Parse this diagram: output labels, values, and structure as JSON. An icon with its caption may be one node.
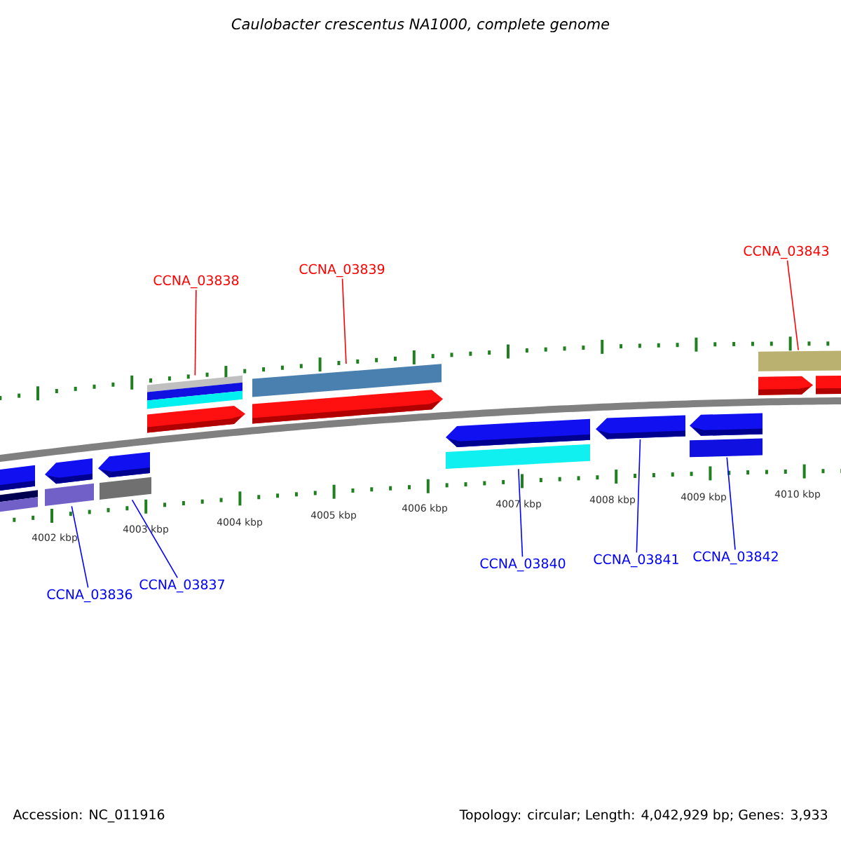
{
  "diagram": {
    "title": "Caulobacter crescentus NA1000, complete genome",
    "nodes": [
      {
        "text": [
          "CCNA_03838"
        ]
      },
      {
        "text": [
          "CCNA_03839"
        ]
      },
      {
        "text": [
          "CCNA_03843"
        ]
      },
      {
        "text": [],
        "shape": "arrow"
      },
      {
        "text": [],
        "shape": "arrow"
      },
      {
        "text": [],
        "shape": "arrow"
      },
      {
        "text": [],
        "shape": "arrow"
      },
      {
        "text": [],
        "shape": "arrow"
      },
      {
        "text": [],
        "shape": "arrow"
      },
      {
        "text": [],
        "shape": "arrow"
      },
      {
        "text": [],
        "shape": "arrow"
      },
      {
        "text": [],
        "shape": "arrow"
      },
      {
        "text": [],
        "shape": "arrow"
      },
      {
        "text": [
          "CCNA_03836"
        ]
      },
      {
        "text": [
          "CCNA_03837"
        ]
      },
      {
        "text": [
          "CCNA_03840"
        ]
      },
      {
        "text": [
          "CCNA_03841"
        ]
      },
      {
        "text": [
          "CCNA_03842"
        ]
      },
      {
        "text": [],
        "shape": "bar"
      },
      {
        "text": [],
        "shape": "bar"
      },
      {
        "text": [],
        "shape": "bar"
      },
      {
        "text": [],
        "shape": "bar"
      },
      {
        "text": [],
        "shape": "bar"
      },
      {
        "text": [],
        "shape": "bar"
      },
      {
        "text": [],
        "shape": "bar"
      },
      {
        "text": [],
        "shape": "bar"
      }
    ],
    "edges": [
      {
        "from": 0,
        "to": 18,
        "arrow": "none",
        "color": "#ff0000"
      },
      {
        "from": 1,
        "to": 19,
        "arrow": "none",
        "color": "#ff0000"
      },
      {
        "from": 2,
        "to": 20,
        "arrow": "none",
        "color": "#ff0000"
      },
      {
        "from": 13,
        "to": 22,
        "arrow": "none"
      },
      {
        "from": 14,
        "to": 23,
        "arrow": "none"
      },
      {
        "from": 15,
        "to": 24,
        "arrow": "none"
      },
      {
        "from": 16,
        "to": 11,
        "arrow": "none"
      },
      {
        "from": 17,
        "to": 25,
        "arrow": "none"
      }
    ],
    "labels": [
      "4002 kbp",
      "4003 kbp",
      "4004 kbp",
      "4005 kbp",
      "4006 kbp",
      "4007 kbp",
      "4008 kbp",
      "4009 kbp",
      "4010 kbp",
      "Accession: NC_011916",
      "Topology: circular; Length: 4,042,929 bp; Genes: 3,933"
    ]
  }
}
